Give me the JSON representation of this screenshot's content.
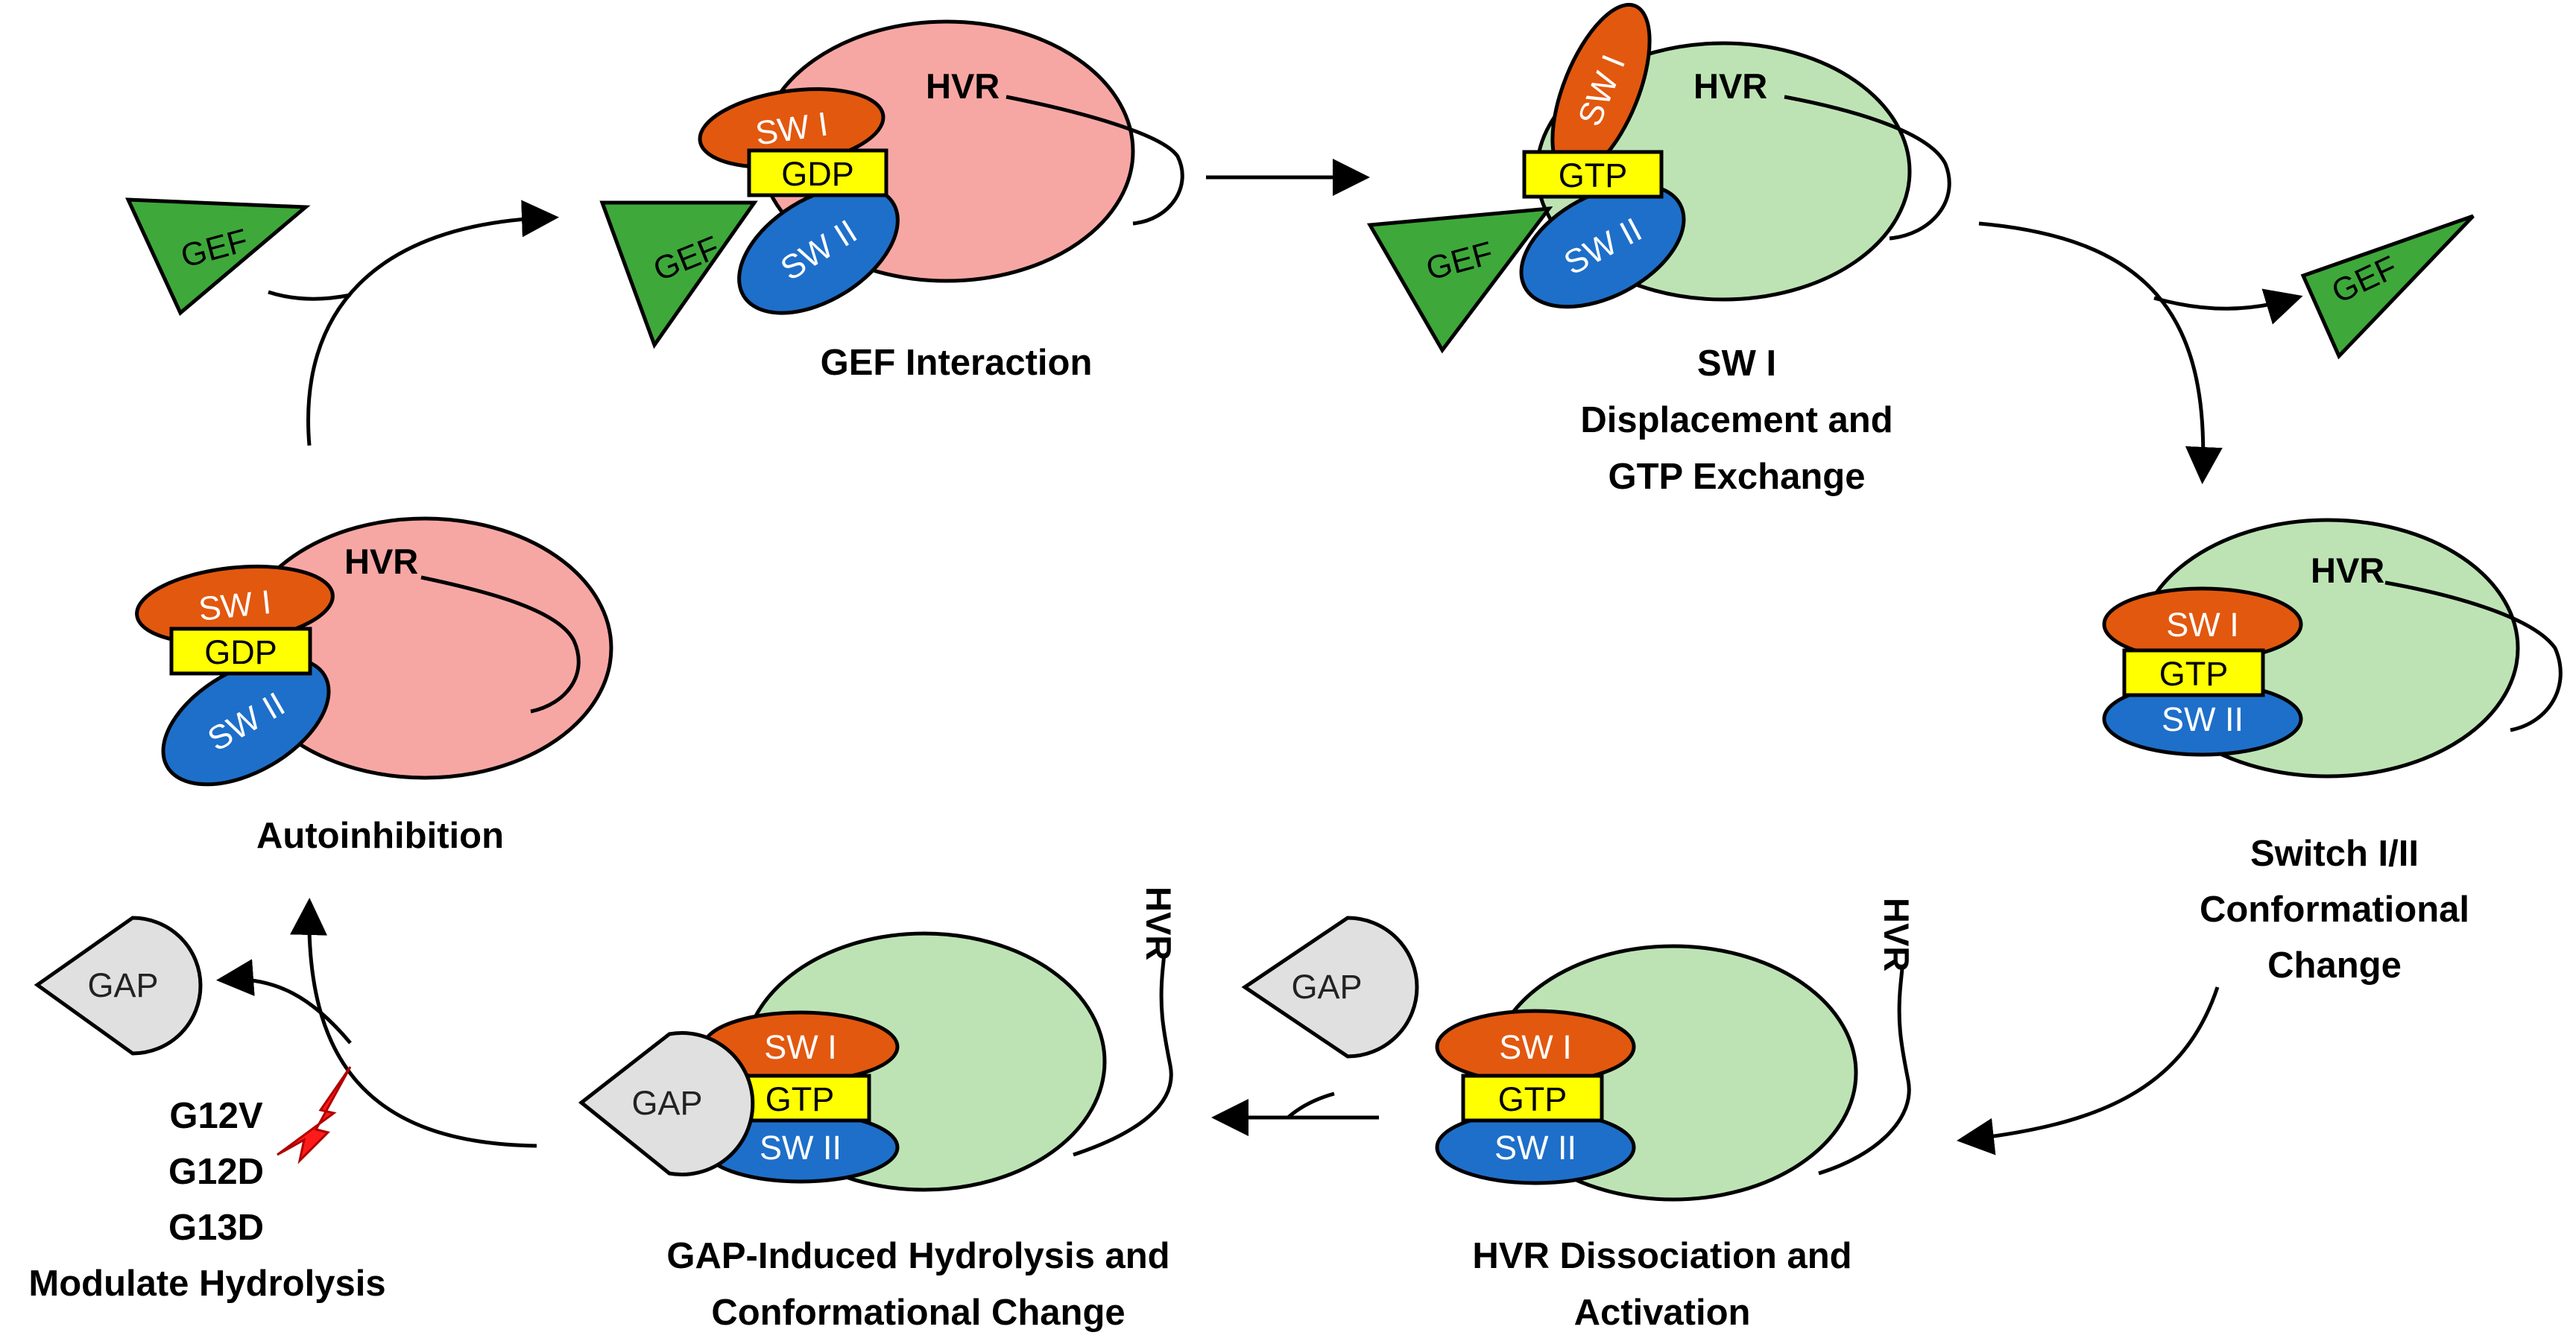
{
  "colors": {
    "inactive_body": "#f7a7a3",
    "active_body": "#bde3b5",
    "switch_one": "#e2580f",
    "switch_two": "#1e6fc9",
    "nucleotide": "#ffff00",
    "gef": "#3ea83a",
    "gap": "#e0e0e0",
    "mutation": "#ff1a1a"
  },
  "states": {
    "autoinhibition": {
      "caption": [
        "Autoinhibition"
      ],
      "hvr": "HVR",
      "sw1": "SW I",
      "nucleotide": "GDP",
      "sw2": "SW II"
    },
    "gef_interaction": {
      "caption": [
        "GEF Interaction"
      ],
      "hvr": "HVR",
      "sw1": "SW I",
      "nucleotide": "GDP",
      "sw2": "SW II",
      "gef": "GEF"
    },
    "sw1_displacement": {
      "caption": [
        "SW I",
        "Displacement and",
        "GTP Exchange"
      ],
      "hvr": "HVR",
      "sw1": "SW I",
      "nucleotide": "GTP",
      "sw2": "SW II",
      "gef": "GEF"
    },
    "switch_change": {
      "caption": [
        "Switch I/II",
        "Conformational",
        "Change"
      ],
      "hvr": "HVR",
      "sw1": "SW I",
      "nucleotide": "GTP",
      "sw2": "SW II"
    },
    "hvr_dissociation": {
      "caption": [
        "HVR Dissociation and",
        "Activation"
      ],
      "hvr": "HVR",
      "sw1": "SW I",
      "nucleotide": "GTP",
      "sw2": "SW II"
    },
    "gap_hydrolysis": {
      "caption": [
        "GAP-Induced Hydrolysis and",
        "Conformational Change"
      ],
      "hvr": "HVR",
      "sw1": "SW I",
      "nucleotide": "GTP",
      "sw2": "SW II",
      "gap": "GAP"
    }
  },
  "free_gef_in": "GEF",
  "free_gef_out": "GEF",
  "free_gap_in": "GAP",
  "free_gap_out": "GAP",
  "mutations": [
    "G12V",
    "G12D",
    "G13D",
    "Modulate Hydrolysis"
  ]
}
